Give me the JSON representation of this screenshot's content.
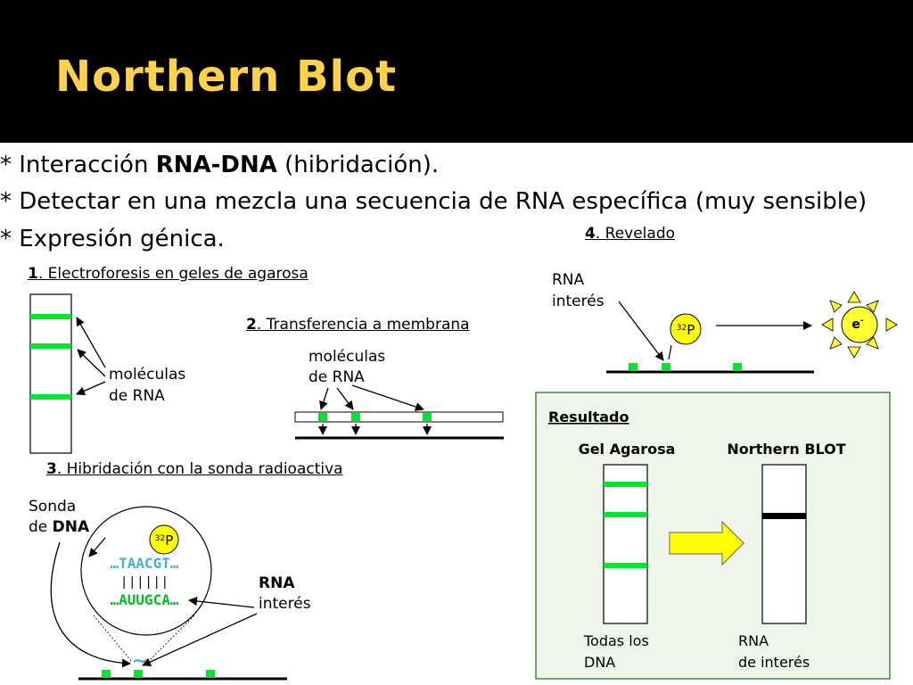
{
  "slide": {
    "title": "Northern Blot",
    "bullets": [
      {
        "prefix": "* Interacción ",
        "bold": "RNA-DNA",
        "suffix": " (hibridación)."
      },
      {
        "prefix": "* Detectar en una mezcla una secuencia de RNA específica (muy sensible)",
        "bold": "",
        "suffix": ""
      },
      {
        "prefix": "* Expresión génica.",
        "bold": "",
        "suffix": ""
      }
    ]
  },
  "step1": {
    "num": "1",
    "label": ". Electroforesis en geles de agarosa",
    "molecules_line1": "moléculas",
    "molecules_line2": "de RNA"
  },
  "step2": {
    "num": "2",
    "label": ". Transferencia a membrana",
    "molecules_line1": "moléculas",
    "molecules_line2": "de RNA"
  },
  "step3": {
    "num": "3",
    "label": ". Hibridación con la sonda radioactiva",
    "probe_line1": "Sonda",
    "probe_line2_prefix": "de ",
    "probe_line2_bold": "DNA",
    "isotope_mass": "32",
    "isotope_symbol": "P",
    "dna_seq": "…TAACGT…",
    "pairing": "| | | | | |",
    "rna_seq": "…AUUGCA…",
    "rna_label_bold": "RNA",
    "rna_label_line2": "interés",
    "squiggle": "~"
  },
  "step4": {
    "num": "4",
    "label": ". Revelado",
    "rna_line1": "RNA",
    "rna_line2": "interés",
    "isotope_mass": "32",
    "isotope_symbol": "P",
    "electron": "e",
    "electron_charge": "-"
  },
  "result": {
    "heading": "Resultado",
    "gel_label": "Gel Agarosa",
    "blot_label": "Northern BLOT",
    "gel_caption_line1": "Todas los",
    "gel_caption_line2": "DNA",
    "blot_caption_line1": "RNA",
    "blot_caption_line2": "de interés"
  },
  "colors": {
    "header_bg": "#000000",
    "title": "#ffd24a",
    "band": "#00e62e",
    "result_bg": "#eef5ea",
    "arrow_fill": "#ffff00",
    "sun": "#ffff33",
    "dna_text": "#4ab0d0",
    "rna_text": "#00c020"
  }
}
